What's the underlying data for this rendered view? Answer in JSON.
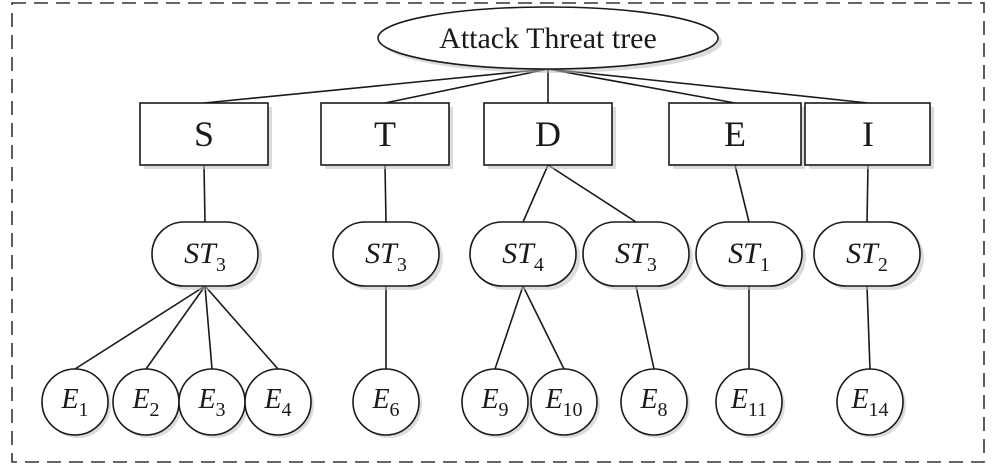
{
  "root": {
    "label": "Attack Threat tree"
  },
  "categories": [
    {
      "id": "S",
      "label": "S"
    },
    {
      "id": "T",
      "label": "T"
    },
    {
      "id": "D",
      "label": "D"
    },
    {
      "id": "E",
      "label": "E"
    },
    {
      "id": "I",
      "label": "I"
    }
  ],
  "subtrees": [
    {
      "id": "st-s",
      "parent": "S",
      "base": "ST",
      "sub": "3"
    },
    {
      "id": "st-t",
      "parent": "T",
      "base": "ST",
      "sub": "3"
    },
    {
      "id": "st-d1",
      "parent": "D",
      "base": "ST",
      "sub": "4"
    },
    {
      "id": "st-d2",
      "parent": "D",
      "base": "ST",
      "sub": "3"
    },
    {
      "id": "st-e",
      "parent": "E",
      "base": "ST",
      "sub": "1"
    },
    {
      "id": "st-i",
      "parent": "I",
      "base": "ST",
      "sub": "2"
    }
  ],
  "events": [
    {
      "id": "e1",
      "parent": "st-s",
      "base": "E",
      "sub": "1"
    },
    {
      "id": "e2",
      "parent": "st-s",
      "base": "E",
      "sub": "2"
    },
    {
      "id": "e3",
      "parent": "st-s",
      "base": "E",
      "sub": "3"
    },
    {
      "id": "e4",
      "parent": "st-s",
      "base": "E",
      "sub": "4"
    },
    {
      "id": "e6",
      "parent": "st-t",
      "base": "E",
      "sub": "6"
    },
    {
      "id": "e9",
      "parent": "st-d1",
      "base": "E",
      "sub": "9"
    },
    {
      "id": "e10",
      "parent": "st-d1",
      "base": "E",
      "sub": "10"
    },
    {
      "id": "e8",
      "parent": "st-d2",
      "base": "E",
      "sub": "8"
    },
    {
      "id": "e11",
      "parent": "st-e",
      "base": "E",
      "sub": "11"
    },
    {
      "id": "e14",
      "parent": "st-i",
      "base": "E",
      "sub": "14"
    }
  ]
}
